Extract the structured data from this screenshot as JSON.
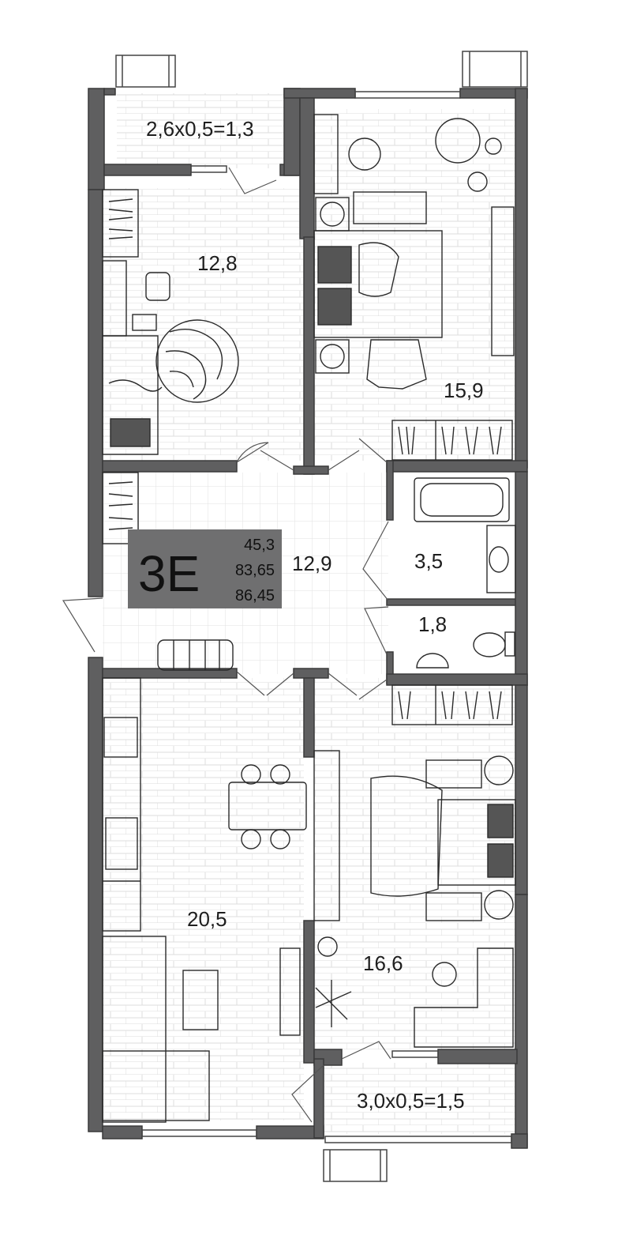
{
  "plan": {
    "apartment_code": "3E",
    "areas": [
      "45,3",
      "83,65",
      "86,45"
    ],
    "colors": {
      "wall": "#5f5f60",
      "wall_stroke": "#3a3a3a",
      "badge": "#6f6f70",
      "floor_line": "#d9d9d9",
      "furniture": "#2a2a2a"
    },
    "rooms": {
      "balcony_top": "2,6x0,5=1,3",
      "room_12_8": "12,8",
      "bedroom_15_9": "15,9",
      "hall": "12,9",
      "bath": "3,5",
      "wc": "1,8",
      "kitchen_living": "20,5",
      "bedroom_16_6": "16,6",
      "balcony_bottom": "3,0x0,5=1,5"
    }
  }
}
